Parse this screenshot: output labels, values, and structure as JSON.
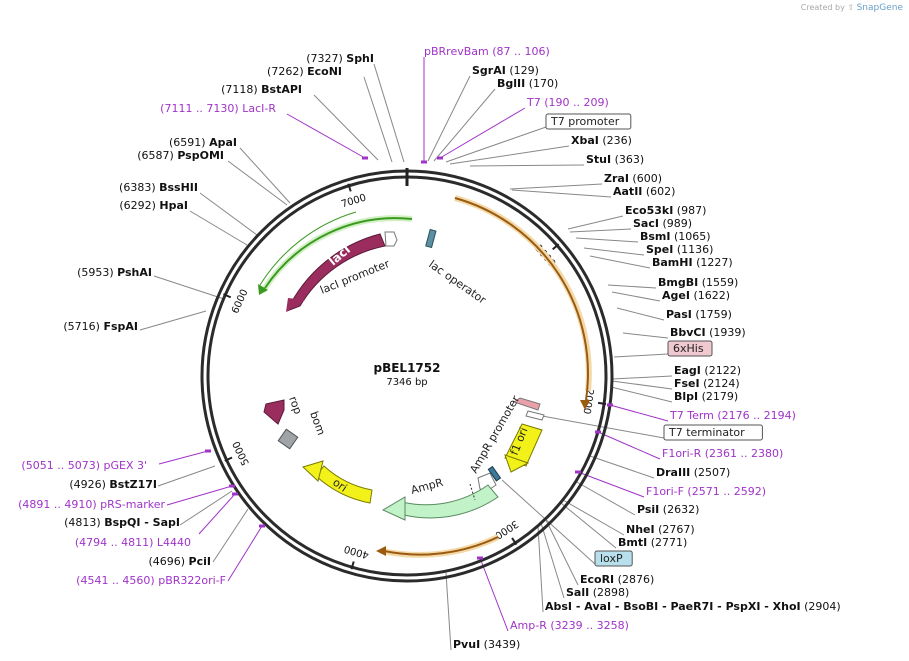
{
  "credit": {
    "prefix": "Created by",
    "brand": "SnapGene"
  },
  "plasmid": {
    "name": "pBEL1752",
    "length_label": "7346 bp",
    "length": 7346
  },
  "ticks": [
    {
      "pos": 0,
      "label": ""
    },
    {
      "pos": 1000,
      "label": "1000"
    },
    {
      "pos": 2000,
      "label": "2000"
    },
    {
      "pos": 3000,
      "label": "3000"
    },
    {
      "pos": 4000,
      "label": "4000"
    },
    {
      "pos": 5000,
      "label": "5000"
    },
    {
      "pos": 6000,
      "label": "6000"
    },
    {
      "pos": 7000,
      "label": "7000"
    }
  ],
  "colors": {
    "backbone": "#2b2b2b",
    "enzyme": "#111111",
    "primer": "#a033c8",
    "lacI": "#9b2d5e",
    "green_arrow": "#3a9a20",
    "ori": "#f2f21a",
    "ampr": "#c2f2c8",
    "orange_arrow": "#9a5a10",
    "his_tag": "#f0c8d0",
    "loxp": "#b8e0ec",
    "rop": "#9b2d5e",
    "bom": "#a0a4a8"
  },
  "labels": [
    {
      "id": "sphi",
      "kind": "enzyme",
      "pos": "(7327)",
      "name": "SphI"
    },
    {
      "id": "econi",
      "kind": "enzyme",
      "pos": "(7262)",
      "name": "EcoNI"
    },
    {
      "id": "bstapi",
      "kind": "enzyme",
      "pos": "(7118)",
      "name": "BstAPI"
    },
    {
      "id": "laci-r",
      "kind": "primer",
      "pos": "(7111 .. 7130)",
      "name": "LacI-R"
    },
    {
      "id": "apai",
      "kind": "enzyme",
      "pos": "(6591)",
      "name": "ApaI"
    },
    {
      "id": "pspomi",
      "kind": "enzyme",
      "pos": "(6587)",
      "name": "PspOMI"
    },
    {
      "id": "bsshii",
      "kind": "enzyme",
      "pos": "(6383)",
      "name": "BssHII"
    },
    {
      "id": "hpai",
      "kind": "enzyme",
      "pos": "(6292)",
      "name": "HpaI"
    },
    {
      "id": "pshai",
      "kind": "enzyme",
      "pos": "(5953)",
      "name": "PshAI"
    },
    {
      "id": "fspai",
      "kind": "enzyme",
      "pos": "(5716)",
      "name": "FspAI"
    },
    {
      "id": "pgex3",
      "kind": "primer",
      "pos": "(5051 .. 5073)",
      "name": "pGEX 3'"
    },
    {
      "id": "bstz17i",
      "kind": "enzyme",
      "pos": "(4926)",
      "name": "BstZ17I"
    },
    {
      "id": "prs-marker",
      "kind": "primer",
      "pos": "(4891 .. 4910)",
      "name": "pRS-marker"
    },
    {
      "id": "bspqi",
      "kind": "enzyme",
      "pos": "(4813)",
      "name": "BspQI  - SapI"
    },
    {
      "id": "l4440",
      "kind": "primer",
      "pos": "(4794 .. 4811)",
      "name": "L4440"
    },
    {
      "id": "pcii",
      "kind": "enzyme",
      "pos": "(4696)",
      "name": "PciI"
    },
    {
      "id": "pbr322ori-f",
      "kind": "primer",
      "pos": "(4541 .. 4560)",
      "name": "pBR322ori-F"
    },
    {
      "id": "pbrrevbam",
      "kind": "primer",
      "name": "pBRrevBam",
      "pos": "(87 .. 106)"
    },
    {
      "id": "sgrai",
      "kind": "enzyme",
      "name": "SgrAI",
      "pos": "(129)"
    },
    {
      "id": "bglii",
      "kind": "enzyme",
      "name": "BglII",
      "pos": "(170)"
    },
    {
      "id": "t7",
      "kind": "primer",
      "name": "T7",
      "pos": "(190 .. 209)"
    },
    {
      "id": "t7-promoter",
      "kind": "feature",
      "name": "T7 promoter"
    },
    {
      "id": "xbai",
      "kind": "enzyme",
      "name": "XbaI",
      "pos": "(236)"
    },
    {
      "id": "stui",
      "kind": "enzyme",
      "name": "StuI",
      "pos": "(363)"
    },
    {
      "id": "zrai",
      "kind": "enzyme",
      "name": "ZraI",
      "pos": "(600)"
    },
    {
      "id": "aatii",
      "kind": "enzyme",
      "name": "AatII",
      "pos": "(602)"
    },
    {
      "id": "eco53ki",
      "kind": "enzyme",
      "name": "Eco53kI",
      "pos": "(987)"
    },
    {
      "id": "saci",
      "kind": "enzyme",
      "name": "SacI",
      "pos": "(989)"
    },
    {
      "id": "bsmi",
      "kind": "enzyme",
      "name": "BsmI",
      "pos": "(1065)"
    },
    {
      "id": "spei",
      "kind": "enzyme",
      "name": "SpeI",
      "pos": "(1136)"
    },
    {
      "id": "bamhi",
      "kind": "enzyme",
      "name": "BamHI",
      "pos": "(1227)"
    },
    {
      "id": "bmgbi",
      "kind": "enzyme",
      "name": "BmgBI",
      "pos": "(1559)"
    },
    {
      "id": "agei",
      "kind": "enzyme",
      "name": "AgeI",
      "pos": "(1622)"
    },
    {
      "id": "pasi",
      "kind": "enzyme",
      "name": "PasI",
      "pos": "(1759)"
    },
    {
      "id": "bbvci",
      "kind": "enzyme",
      "name": "BbvCI",
      "pos": "(1939)"
    },
    {
      "id": "6xhis",
      "kind": "feature",
      "name": "6xHis"
    },
    {
      "id": "eagi",
      "kind": "enzyme",
      "name": "EagI",
      "pos": "(2122)"
    },
    {
      "id": "fsei",
      "kind": "enzyme",
      "name": "FseI",
      "pos": "(2124)"
    },
    {
      "id": "blpi",
      "kind": "enzyme",
      "name": "BlpI",
      "pos": "(2179)"
    },
    {
      "id": "t7-term",
      "kind": "primer",
      "name": "T7 Term",
      "pos": "(2176 .. 2194)"
    },
    {
      "id": "t7-terminator",
      "kind": "feature",
      "name": "T7 terminator"
    },
    {
      "id": "f1ori-r",
      "kind": "primer",
      "name": "F1ori-R",
      "pos": "(2361 .. 2380)"
    },
    {
      "id": "draiii",
      "kind": "enzyme",
      "name": "DraIII",
      "pos": "(2507)"
    },
    {
      "id": "f1ori-f",
      "kind": "primer",
      "name": "F1ori-F",
      "pos": "(2571 .. 2592)"
    },
    {
      "id": "psii",
      "kind": "enzyme",
      "name": "PsiI",
      "pos": "(2632)"
    },
    {
      "id": "nhei",
      "kind": "enzyme",
      "name": "NheI",
      "pos": "(2767)"
    },
    {
      "id": "bmti",
      "kind": "enzyme",
      "name": "BmtI",
      "pos": "(2771)"
    },
    {
      "id": "loxp",
      "kind": "feature",
      "name": "loxP"
    },
    {
      "id": "ecori",
      "kind": "enzyme",
      "name": "EcoRI",
      "pos": "(2876)"
    },
    {
      "id": "sali",
      "kind": "enzyme",
      "name": "SalI",
      "pos": "(2898)"
    },
    {
      "id": "absi",
      "kind": "enzyme",
      "name": "AbsI  - AvaI  - BsoBI  - PaeR7I  - PspXI  - XhoI",
      "pos": "(2904)"
    },
    {
      "id": "amp-r",
      "kind": "primer",
      "name": "Amp-R",
      "pos": "(3239 .. 3258)"
    },
    {
      "id": "pvui",
      "kind": "enzyme",
      "name": "PvuI",
      "pos": "(3439)"
    }
  ],
  "features": {
    "laci": "lacI",
    "laci_promoter": "lacI promoter",
    "lac_operator": "lac operator",
    "ampr": "AmpR",
    "ampr_promoter": "AmpR promoter",
    "f1_ori": "f1 ori",
    "ori": "ori",
    "rop": "rop",
    "bom": "bom"
  }
}
